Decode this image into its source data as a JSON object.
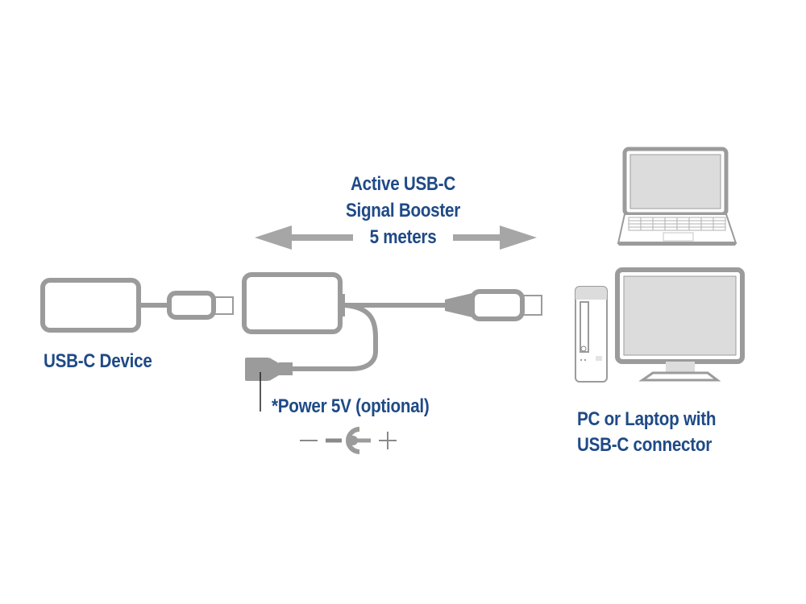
{
  "diagram": {
    "title_lines": [
      "Active USB-C",
      "Signal Booster",
      "5 meters"
    ],
    "device_label": "USB-C Device",
    "power_label": "*Power 5V (optional)",
    "power_polarity": {
      "left": "−",
      "right": "+"
    },
    "host_label_lines": [
      "PC or Laptop with",
      "USB-C connector"
    ],
    "colors": {
      "text": "#1f4a86",
      "stroke": "#9b9b9b",
      "fill_light": "#dcdcdc",
      "arrow": "#a6a6a6"
    },
    "icons": [
      "double-arrow-icon",
      "usb-c-device-icon",
      "usb-c-plug-icon",
      "signal-booster-box-icon",
      "power-usb-a-plug-icon",
      "dc-jack-polarity-icon",
      "laptop-icon",
      "desktop-tower-icon",
      "monitor-icon"
    ]
  }
}
